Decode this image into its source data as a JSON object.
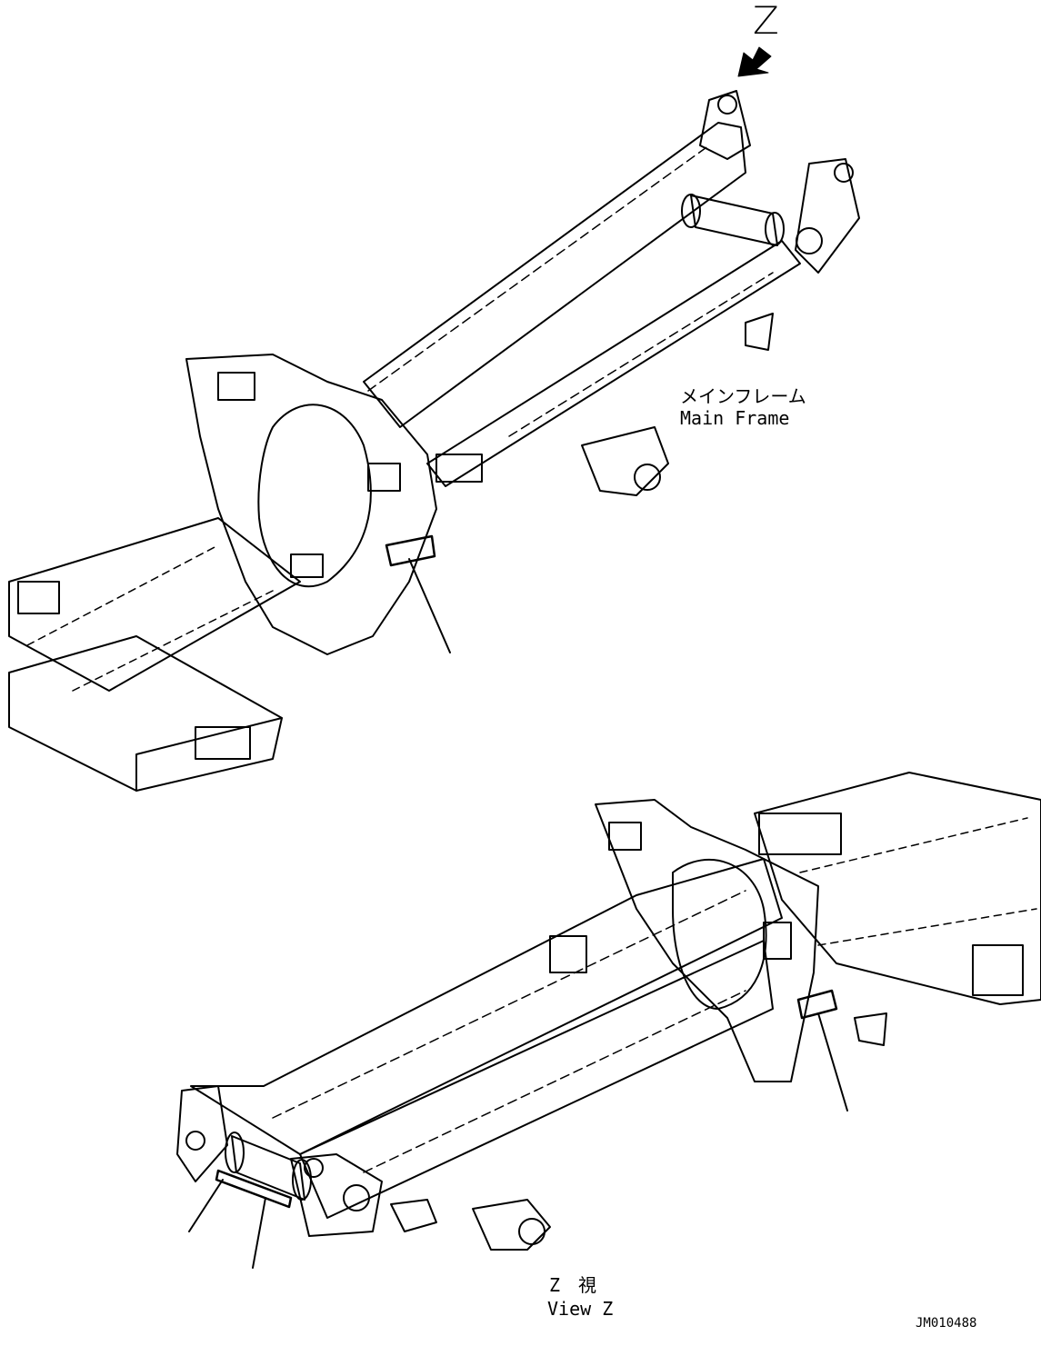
{
  "labels": {
    "view_letter": "Z",
    "main_frame_jp": "メインフレーム",
    "main_frame_en": "Main Frame",
    "view_jp": "Z　視",
    "view_en": "View Z",
    "drawing_number": "JM010488"
  },
  "icons": {
    "view_arrow": "arrow-down-left-icon"
  },
  "colors": {
    "line": "#000000",
    "background": "#ffffff"
  }
}
